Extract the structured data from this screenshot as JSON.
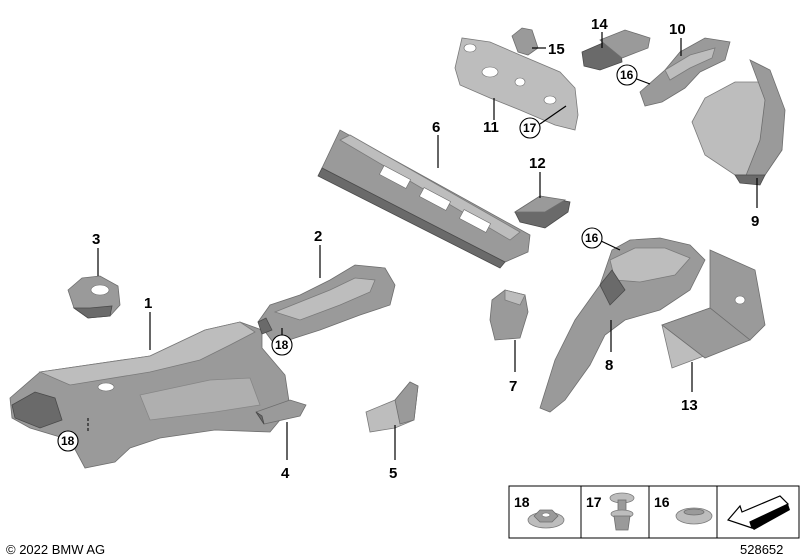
{
  "callouts": {
    "c1": "1",
    "c2": "2",
    "c3": "3",
    "c4": "4",
    "c5": "5",
    "c6": "6",
    "c7": "7",
    "c8": "8",
    "c9": "9",
    "c10": "10",
    "c11": "11",
    "c12": "12",
    "c13": "13",
    "c14": "14",
    "c15": "15"
  },
  "circled": {
    "c16a": "16",
    "c16b": "16",
    "c17": "17",
    "c18a": "18",
    "c18b": "18"
  },
  "legend": {
    "item18": "18",
    "item17": "17",
    "item16": "16"
  },
  "footer": {
    "copyright": "© 2022 BMW AG",
    "diagram_number": "528652"
  },
  "colors": {
    "part_fill": "#9a9a9a",
    "part_light": "#bdbdbd",
    "part_dark": "#6a6a6a",
    "line": "#000000"
  }
}
